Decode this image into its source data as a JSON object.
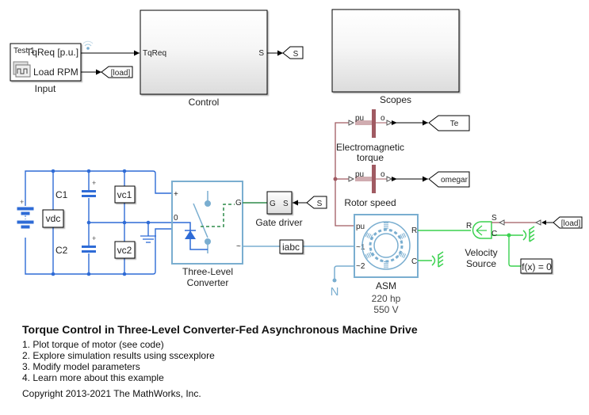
{
  "blocks": {
    "input": {
      "name": "Input",
      "tag": "Test 1",
      "ports": [
        "TqReq [p.u.]",
        "Load RPM"
      ]
    },
    "control": {
      "name": "Control",
      "in_port": "TqReq",
      "out_port": "S"
    },
    "scopes": {
      "name": "Scopes"
    },
    "goto_s": "S",
    "goto_load": "[load]",
    "from_s": "S",
    "from_load": "[load]",
    "te_goto": "Te",
    "omegar_goto": "omegar",
    "em_torque": {
      "name_line1": "Electromagnetic",
      "name_line2": "torque",
      "in_port": "pu",
      "out_port": "o"
    },
    "rotor_speed": {
      "name": "Rotor speed",
      "in_port": "pu",
      "out_port": "o"
    },
    "c1": "C1",
    "c2": "C2",
    "vdc": "vdc",
    "vc1": "vc1",
    "vc2": "vc2",
    "converter": {
      "name_line1": "Three-Level",
      "name_line2": "Converter",
      "ports": [
        "+",
        "0",
        "G",
        "~"
      ]
    },
    "gate_driver": {
      "name": "Gate driver",
      "in_port": "G",
      "out_port": "S"
    },
    "iabc": "iabc",
    "asm": {
      "name": "ASM",
      "power": "220 hp",
      "voltage": "550 V",
      "ports": [
        "pu",
        "~1",
        "~2",
        "R",
        "C"
      ]
    },
    "neutral": "N",
    "velocity_source": {
      "name_line1": "Velocity",
      "name_line2": "Source",
      "ports": [
        "R",
        "C",
        "S"
      ]
    },
    "solver": "f(x) = 0"
  },
  "annotation": {
    "title": "Torque Control in Three-Level Converter-Fed Asynchronous Machine Drive",
    "items": [
      "1. Plot torque of motor (see code)",
      "2. Explore simulation results using sscexplore",
      "3. Modify model parameters",
      "4. Learn more about this example"
    ],
    "copyright": "Copyright 2013-2021 The MathWorks, Inc."
  },
  "colors": {
    "signal": "#000000",
    "electrical": "#2e6bd6",
    "three_phase": "#7aaed0",
    "physical_signal": "#a05a62",
    "mechanical": "#3ad14f",
    "gate": "#2e8b4a"
  }
}
